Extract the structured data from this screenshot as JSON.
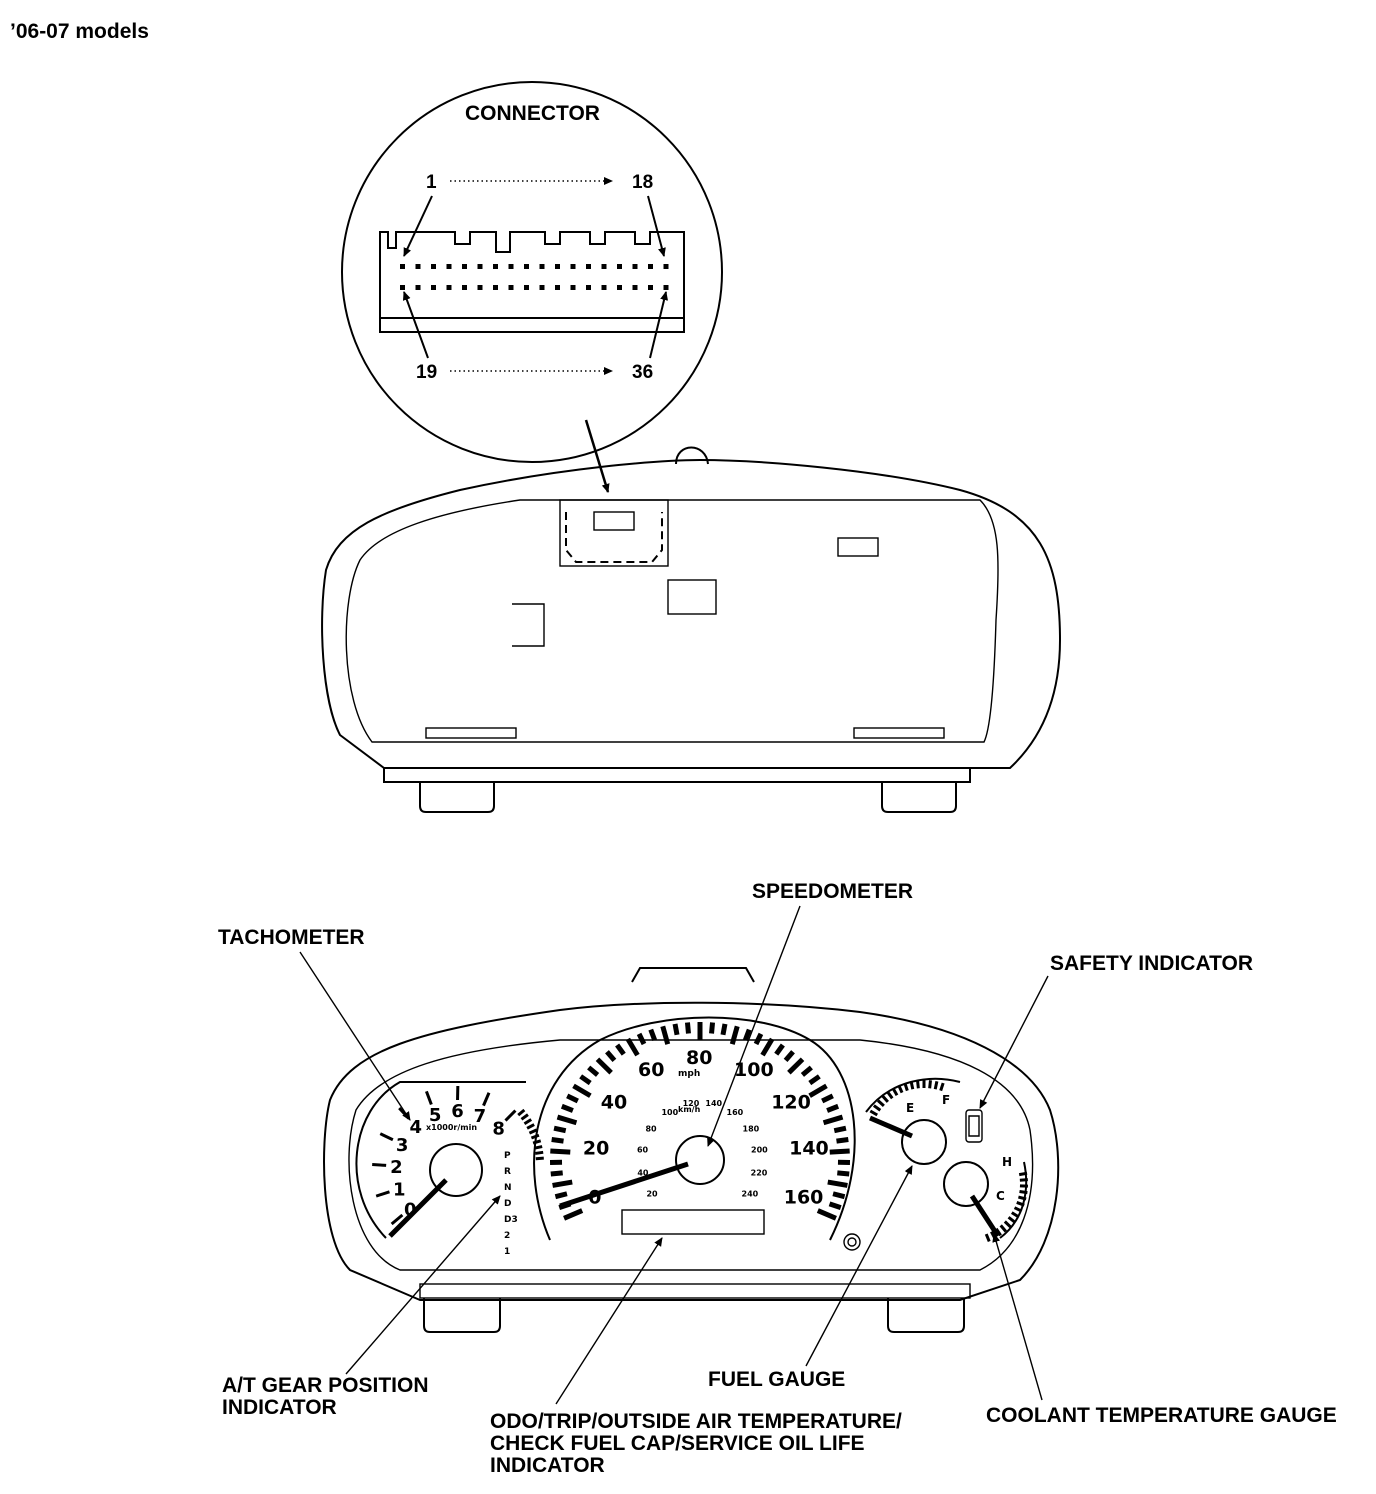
{
  "header": {
    "title": "’06-07 models"
  },
  "connector": {
    "title": "CONNECTOR",
    "pin_top_first": "1",
    "pin_top_last": "18",
    "pin_bottom_first": "19",
    "pin_bottom_last": "36"
  },
  "cluster": {
    "tachometer": {
      "ticks": [
        "0",
        "1",
        "2",
        "3",
        "4",
        "5",
        "6",
        "7",
        "8"
      ],
      "unit": "x1000r/min"
    },
    "gear_positions": [
      "P",
      "R",
      "N",
      "D",
      "D3",
      "2",
      "1"
    ],
    "speedometer": {
      "mph": [
        "0",
        "20",
        "40",
        "60",
        "80",
        "100",
        "120",
        "140",
        "160"
      ],
      "mph_unit": "mph",
      "kmh": [
        "20",
        "40",
        "60",
        "80",
        "100",
        "120",
        "140",
        "160",
        "180",
        "200",
        "220",
        "240"
      ],
      "kmh_unit": "km/h"
    },
    "fuel": {
      "empty": "E",
      "full": "F"
    },
    "temp": {
      "hot": "H",
      "cold": "C"
    }
  },
  "labels": {
    "tachometer": "TACHOMETER",
    "speedometer": "SPEEDOMETER",
    "safety": "SAFETY INDICATOR",
    "gear_line1": "A/T GEAR POSITION",
    "gear_line2": "INDICATOR",
    "odo_line1": "ODO/TRIP/OUTSIDE AIR TEMPERATURE/",
    "odo_line2": "CHECK FUEL CAP/SERVICE OIL LIFE",
    "odo_line3": "INDICATOR",
    "fuel": "FUEL GAUGE",
    "coolant": "COOLANT TEMPERATURE GAUGE"
  }
}
